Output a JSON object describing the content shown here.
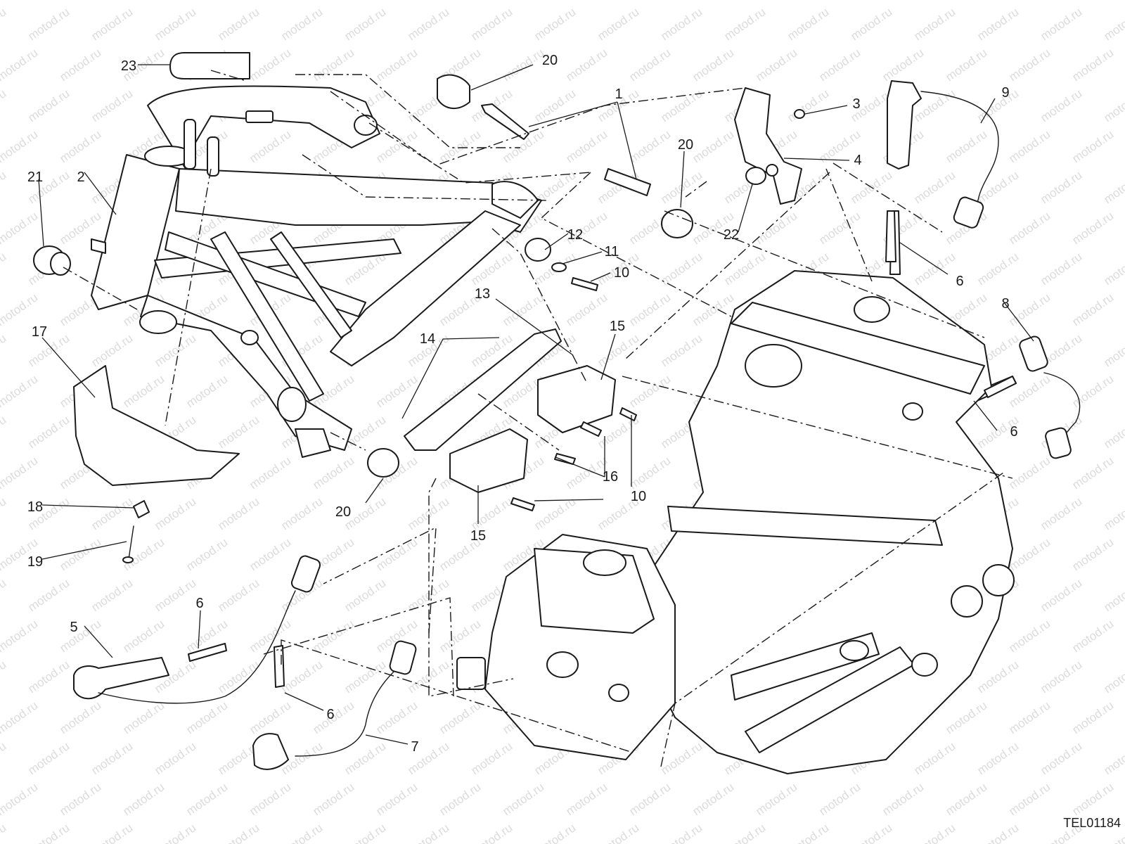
{
  "watermark_text": "motod.ru",
  "drawing_ref": "TEL01184",
  "callouts": {
    "c1": "1",
    "c2": "2",
    "c3": "3",
    "c4": "4",
    "c5": "5",
    "c6a": "6",
    "c6b": "6",
    "c6c": "6",
    "c6d": "6",
    "c7": "7",
    "c8": "8",
    "c9": "9",
    "c10a": "10",
    "c10b": "10",
    "c11": "11",
    "c12": "12",
    "c13": "13",
    "c14": "14",
    "c15a": "15",
    "c15b": "15",
    "c16": "16",
    "c17": "17",
    "c18": "18",
    "c19": "19",
    "c20a": "20",
    "c20b": "20",
    "c20c": "20",
    "c21": "21",
    "c22": "22",
    "c23": "23"
  }
}
